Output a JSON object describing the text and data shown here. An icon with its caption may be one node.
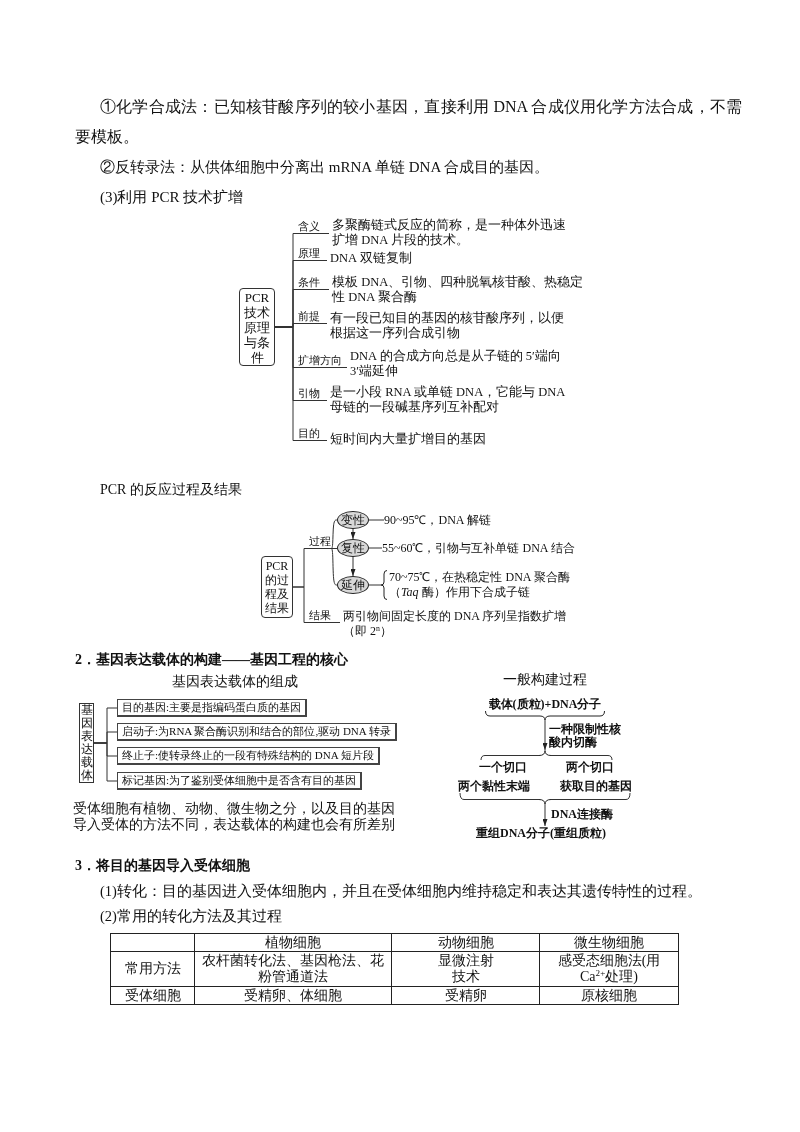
{
  "diagram": {
    "nodes": [
      {
        "text": [
          "PCR技术原理与条件"
        ]
      },
      {
        "text": [
          "含义",
          "多聚酶链式反应的简称，是一种体外迅速扩增 DNA 片段的技术。"
        ]
      },
      {
        "text": [
          "原理",
          "DNA 双链复制"
        ]
      },
      {
        "text": [
          "条件",
          "模板 DNA、引物、四种脱氧核苷酸、热稳定性 DNA 聚合酶"
        ]
      },
      {
        "text": [
          "前提",
          "有一段已知目的基因的核苷酸序列，以便根据这一序列合成引物"
        ]
      },
      {
        "text": [
          "扩增方向",
          "DNA 的合成方向总是从子链的 5′端向 3′端延伸"
        ]
      },
      {
        "text": [
          "引物",
          "是一小段 RNA 或单链 DNA，它能与 DNA 母链的一段碱基序列互补配对"
        ]
      },
      {
        "text": [
          "目的",
          "短时间内大量扩增目的基因"
        ]
      },
      {
        "text": [
          "PCR的过程及结果"
        ]
      },
      {
        "text": [
          "过程"
        ]
      },
      {
        "text": [
          "变性"
        ]
      },
      {
        "text": [
          "复性"
        ]
      },
      {
        "text": [
          "延伸"
        ]
      },
      {
        "text": [
          "90~95℃，DNA 解链"
        ]
      },
      {
        "text": [
          "55~60℃，引物与互补单链 DNA 结合"
        ]
      },
      {
        "text": [
          "70~75℃，在热稳定性 DNA 聚合酶（*Taq* 酶）作用下合成子链"
        ]
      },
      {
        "text": [
          "结果",
          "两引物间固定长度的 DNA 序列呈指数扩增（即 2$^{n}$）"
        ]
      },
      {
        "text": [
          "基因表达载体"
        ]
      },
      {
        "text": [
          "目的基因:主要是指编码蛋白质的基因"
        ]
      },
      {
        "text": [
          "启动子:为RNA 聚合酶识别和结合的部位,驱动 DNA 转录"
        ]
      },
      {
        "text": [
          "终止子:使转录终止的一段有特殊结构的 DNA 短片段"
        ]
      },
      {
        "text": [
          "标记基因:为了鉴别受体细胞中是否含有目的基因"
        ]
      },
      {
        "text": [
          "载体(质粒)+DNA分子"
        ]
      },
      {
        "text": [],
        "shape": "brace"
      },
      {
        "text": [
          "一个切口"
        ]
      },
      {
        "text": [
          "两个切口"
        ]
      },
      {
        "text": [
          "两个黏性末端"
        ]
      },
      {
        "text": [
          "获取目的基因"
        ]
      },
      {
        "text": [],
        "shape": "brace"
      },
      {
        "text": [
          "重组DNA分子(重组质粒)"
        ]
      }
    ],
    "edges": [
      {
        "from": 0,
        "to": 1,
        "arrow": "none"
      },
      {
        "from": 0,
        "to": 2,
        "arrow": "none"
      },
      {
        "from": 0,
        "to": 3,
        "arrow": "none"
      },
      {
        "from": 0,
        "to": 4,
        "arrow": "none"
      },
      {
        "from": 0,
        "to": 5,
        "arrow": "none"
      },
      {
        "from": 0,
        "to": 6,
        "arrow": "none"
      },
      {
        "from": 0,
        "to": 7,
        "arrow": "none"
      },
      {
        "from": 8,
        "to": 9,
        "arrow": "none"
      },
      {
        "from": 8,
        "to": 16,
        "arrow": "none"
      },
      {
        "from": 9,
        "to": 10,
        "arrow": "none"
      },
      {
        "from": 9,
        "to": 11,
        "arrow": "none"
      },
      {
        "from": 9,
        "to": 12,
        "arrow": "none"
      },
      {
        "from": 10,
        "to": 11,
        "arrow": "to"
      },
      {
        "from": 11,
        "to": 12,
        "arrow": "to"
      },
      {
        "from": 10,
        "to": 13,
        "arrow": "none"
      },
      {
        "from": 11,
        "to": 14,
        "arrow": "none"
      },
      {
        "from": 12,
        "to": 15,
        "arrow": "none"
      },
      {
        "from": 17,
        "to": 18,
        "arrow": "none"
      },
      {
        "from": 17,
        "to": 19,
        "arrow": "none"
      },
      {
        "from": 17,
        "to": 20,
        "arrow": "none"
      },
      {
        "from": 17,
        "to": 21,
        "arrow": "none"
      },
      {
        "from": 22,
        "to": 23,
        "arrow": "to",
        "label": "一种限制性核酸内切酶"
      },
      {
        "from": 23,
        "to": 24,
        "arrow": "none"
      },
      {
        "from": 23,
        "to": 25,
        "arrow": "none"
      },
      {
        "from": 26,
        "to": 28,
        "arrow": "none"
      },
      {
        "from": 27,
        "to": 28,
        "arrow": "none"
      },
      {
        "from": 28,
        "to": 29,
        "arrow": "to",
        "label": "DNA连接酶"
      }
    ],
    "labels": [
      "①化学合成法：已知核苷酸序列的较小基因，直接利用 DNA 合成仪用化学方法合成，不需要模板。",
      "②反转录法：从供体细胞中分离出 mRNA 单链 DNA 合成目的基因。",
      "(3)利用 PCR 技术扩增",
      "PCR 的反应过程及结果",
      "2．基因表达载体的构建——基因工程的核心",
      "基因表达载体的组成",
      "一般构建过程",
      "受体细胞有植物、动物、微生物之分，以及目的基因导入受体的方法不同，表达载体的构建也会有所差别",
      "3．将目的基因导入受体细胞",
      "(1)转化：目的基因进入受体细胞内，并且在受体细胞内维持稳定和表达其遗传特性的过程。",
      "(2)常用的转化方法及其过程",
      "植物细胞",
      "动物细胞",
      "微生物细胞",
      "常用方法",
      "农杆菌转化法、基因枪法、花粉管通道法",
      "显微注射技术",
      "感受态细胞法(用 Ca$^{2+}$处理)",
      "受体细胞",
      "受精卵、体细胞",
      "受精卵",
      "原核细胞"
    ]
  }
}
